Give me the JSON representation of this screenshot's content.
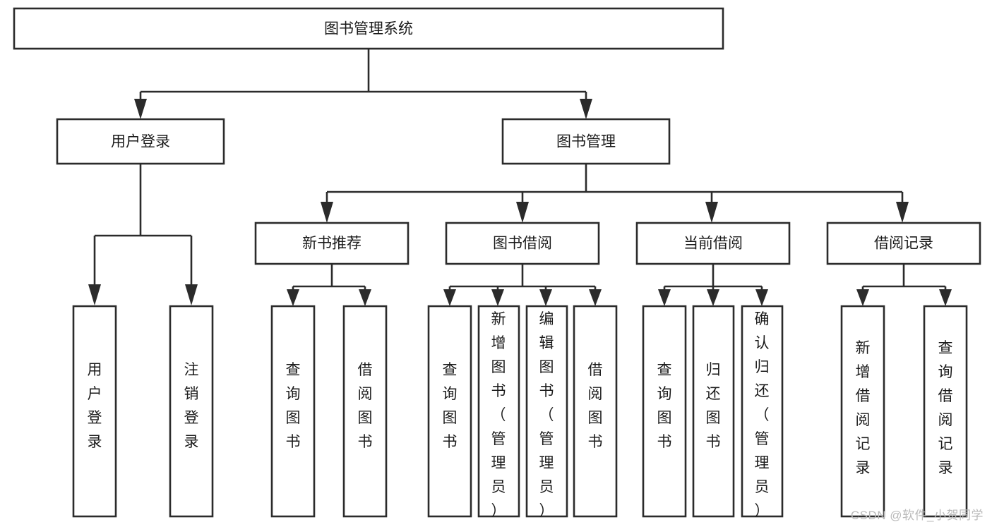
{
  "diagram": {
    "type": "tree",
    "title": "图书管理系统",
    "watermark": "CSDN @软件_小贺同学",
    "colors": {
      "box_stroke": "#2b2b2b",
      "box_fill": "#ffffff",
      "text": "#1a1a1a",
      "background": "#ffffff",
      "watermark": "#b9b9b9"
    },
    "levels": {
      "root": {
        "label": "图书管理系统"
      },
      "level2": [
        {
          "label": "用户登录"
        },
        {
          "label": "图书管理"
        }
      ],
      "level3": [
        {
          "label": "新书推荐"
        },
        {
          "label": "图书借阅"
        },
        {
          "label": "当前借阅"
        },
        {
          "label": "借阅记录"
        }
      ],
      "leaves": [
        {
          "label": "用户登录",
          "parent": "用户登录"
        },
        {
          "label": "注销登录",
          "parent": "用户登录"
        },
        {
          "label": "查询图书",
          "parent": "新书推荐"
        },
        {
          "label": "借阅图书",
          "parent": "新书推荐"
        },
        {
          "label": "查询图书",
          "parent": "图书借阅"
        },
        {
          "label": "新增图书（管理员）",
          "parent": "图书借阅"
        },
        {
          "label": "编辑图书（管理员）",
          "parent": "图书借阅"
        },
        {
          "label": "借阅图书",
          "parent": "图书借阅"
        },
        {
          "label": "查询图书",
          "parent": "当前借阅"
        },
        {
          "label": "归还图书",
          "parent": "当前借阅"
        },
        {
          "label": "确认归还（管理员）",
          "parent": "当前借阅"
        },
        {
          "label": "新增借阅记录",
          "parent": "借阅记录"
        },
        {
          "label": "查询借阅记录",
          "parent": "借阅记录"
        }
      ]
    },
    "nodes": {
      "root": "图书管理系统",
      "n_user_login": "用户登录",
      "n_book_mgmt": "图书管理",
      "n_new_book_rec": "新书推荐",
      "n_book_borrow": "图书借阅",
      "n_current_borrow": "当前借阅",
      "n_borrow_record": "借阅记录",
      "l_user_login": "用户登录",
      "l_logout": "注销登录",
      "l_query_book_1": "查询图书",
      "l_borrow_book_1": "借阅图书",
      "l_query_book_2": "查询图书",
      "l_add_book": "新增图书（管理员）",
      "l_edit_book": "编辑图书（管理员）",
      "l_borrow_book_2": "借阅图书",
      "l_query_book_3": "查询图书",
      "l_return_book": "归还图书",
      "l_confirm_return": "确认归还（管理员）",
      "l_add_record": "新增借阅记录",
      "l_query_record": "查询借阅记录"
    }
  }
}
